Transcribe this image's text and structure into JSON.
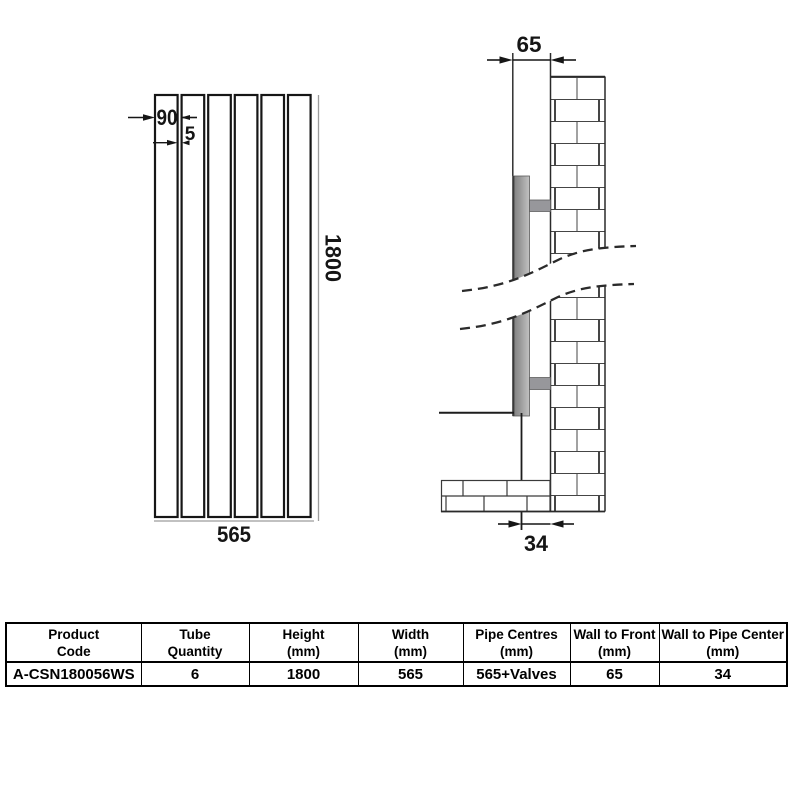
{
  "front_view": {
    "tube_width_label": "90",
    "tube_gap_label": "5",
    "height_label": "1800",
    "width_label": "565"
  },
  "side_view": {
    "wall_to_front_label": "65",
    "wall_to_pipe_label": "34"
  },
  "colors": {
    "line": "#1d1d1d",
    "dim_gray": "#9c9c9c",
    "tube_gray": "#a8a8a8",
    "bracket_gray": "#97979b"
  },
  "table": {
    "headers": [
      {
        "l1": "Product",
        "l2": "Code"
      },
      {
        "l1": "Tube",
        "l2": "Quantity"
      },
      {
        "l1": "Height",
        "l2": "(mm)"
      },
      {
        "l1": "Width",
        "l2": "(mm)"
      },
      {
        "l1": "Pipe Centres",
        "l2": "(mm)"
      },
      {
        "l1": "Wall to Front",
        "l2": "(mm)"
      },
      {
        "l1": "Wall to Pipe Center",
        "l2": "(mm)"
      }
    ],
    "row": [
      "A-CSN180056WS",
      "6",
      "1800",
      "565",
      "565+Valves",
      "65",
      "34"
    ]
  }
}
